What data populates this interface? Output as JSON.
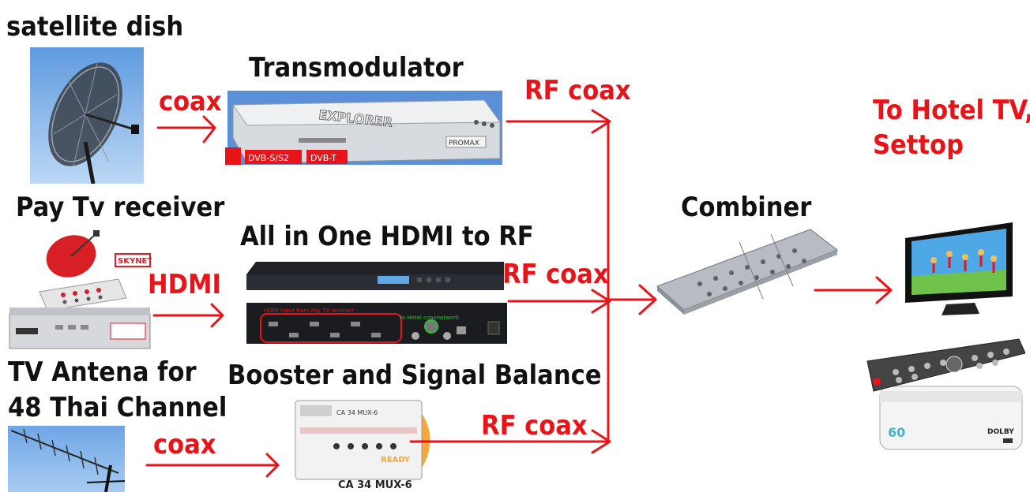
{
  "labels": {
    "satellite_dish": "satellite dish",
    "transmodulator": "Transmodulator",
    "pay_tv_receiver": "Pay Tv receiver",
    "hdmi_to_rf": "All in One HDMI to RF",
    "tv_antenna_line1": "TV Antena for",
    "tv_antenna_line2": "48 Thai Channel",
    "booster": "Booster and Signal Balance",
    "combiner": "Combiner",
    "to_hotel_line1": "To Hotel TV,",
    "to_hotel_line2": "Settop"
  },
  "connections": {
    "coax_1": "coax",
    "hdmi": "HDMI",
    "coax_2": "coax",
    "rf_coax_1": "RF coax",
    "rf_coax_2": "RF coax",
    "rf_coax_3": "RF coax"
  },
  "device_markings": {
    "transmod_badge_1": "DVB-S/S2",
    "transmod_badge_2": "DVB-T",
    "transmod_brand": "PROMAX",
    "skynet_logo": "SKYNET",
    "hdmi_panel_text": "HDMI input from Pay TV receiver",
    "coax_panel_text": "to Hotel coaxnetwork",
    "booster_model": "CA 34 MUX-6",
    "booster_ready": "READY",
    "settop_brand": "DOLBY"
  },
  "colors": {
    "arrow": "#e8141a",
    "label_black": "#111111",
    "label_red": "#e8141a"
  }
}
